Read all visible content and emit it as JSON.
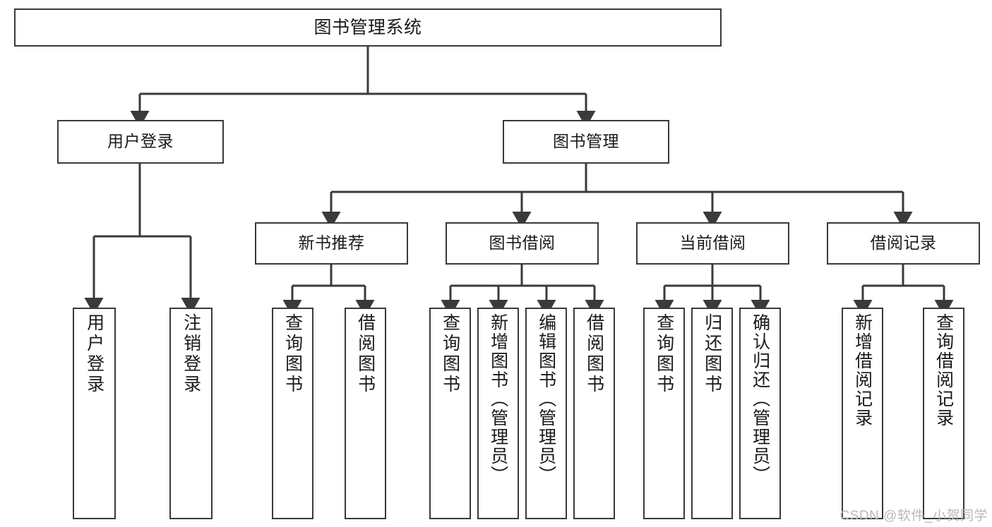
{
  "diagram": {
    "type": "tree",
    "title": "图书管理系统",
    "orientation": "top-down",
    "colors": {
      "stroke": "#3a3a3a",
      "fill": "#ffffff",
      "text": "#1a1a1a",
      "watermark": "#b9b9b9"
    },
    "root": {
      "label": "图书管理系统"
    },
    "level2": [
      {
        "label": "用户登录"
      },
      {
        "label": "图书管理"
      }
    ],
    "level3": [
      {
        "label": "新书推荐"
      },
      {
        "label": "图书借阅"
      },
      {
        "label": "当前借阅"
      },
      {
        "label": "借阅记录"
      }
    ],
    "leaves": {
      "user_login": [
        {
          "label": "用户登录"
        },
        {
          "label": "注销登录"
        }
      ],
      "new_book_recommend": [
        {
          "label": "查询图书"
        },
        {
          "label": "借阅图书"
        }
      ],
      "book_borrow": [
        {
          "label": "查询图书"
        },
        {
          "label": "新增图书（管理员）"
        },
        {
          "label": "编辑图书（管理员）"
        },
        {
          "label": "借阅图书"
        }
      ],
      "current_borrow": [
        {
          "label": "查询图书"
        },
        {
          "label": "归还图书"
        },
        {
          "label": "确认归还（管理员）"
        }
      ],
      "borrow_record": [
        {
          "label": "新增借阅记录"
        },
        {
          "label": "查询借阅记录"
        }
      ]
    }
  },
  "watermark": {
    "text": "CSDN @软件_小贺同学"
  }
}
